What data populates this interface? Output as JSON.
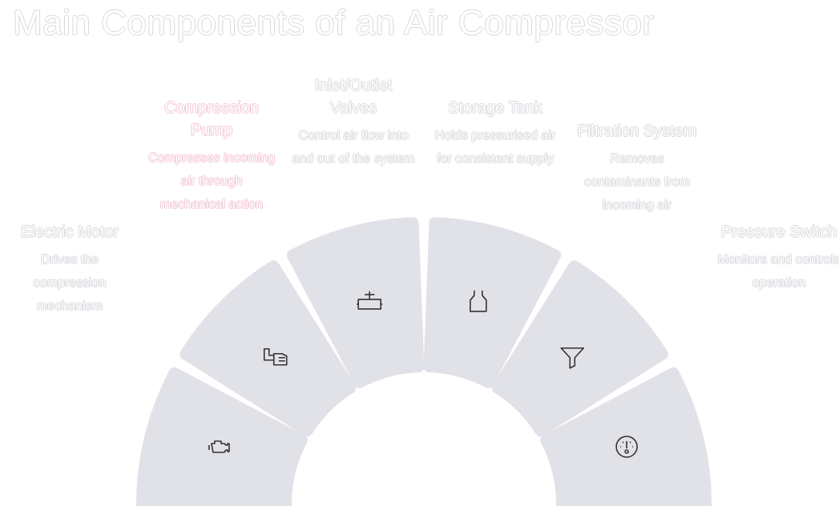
{
  "title": "Main Components of an Air Compressor",
  "colors": {
    "segment": "#e1e1e8",
    "icon": "#333333",
    "accent": "#f2c6d6"
  },
  "items": [
    {
      "title": "Electric Motor",
      "description": "Drives the compression mechanism",
      "icon": "engine-icon"
    },
    {
      "title": "Compression Pump",
      "description": "Compresses incoming air through mechanical action",
      "icon": "pump-icon"
    },
    {
      "title": "Inlet/Outlet Valves",
      "description": "Control air flow into and out of the system",
      "icon": "valve-icon"
    },
    {
      "title": "Storage Tank",
      "description": "Holds pressurised air for consistent supply",
      "icon": "tank-icon"
    },
    {
      "title": "Filtration System",
      "description": "Removes contaminants from incoming air",
      "icon": "filter-icon"
    },
    {
      "title": "Pressure Switch",
      "description": "Monitors and controls operation",
      "icon": "gauge-icon"
    }
  ]
}
